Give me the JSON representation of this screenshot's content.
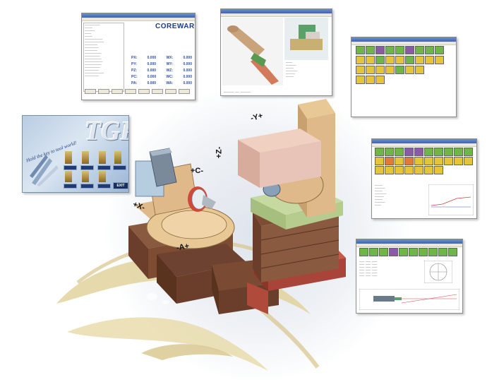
{
  "panel_cad": {
    "brand": "COREWARE",
    "readout_labels": [
      "PX:",
      "PY:",
      "PZ:",
      "PC:",
      "PA:"
    ],
    "readout_values": [
      "0.000",
      "0.000",
      "0.000",
      "0.000",
      "0.000"
    ],
    "readout_labels_right": [
      "WX:",
      "WY:",
      "WZ:",
      "WC:",
      "WA:"
    ],
    "readout_values_right": [
      "0.000",
      "0.000",
      "0.000",
      "0.000",
      "0.000"
    ]
  },
  "splash": {
    "logo_text": "TGP",
    "slogan": "Hold the key to tool world!",
    "exit_label": "EXIT"
  },
  "axes": {
    "y_label": "-Y+",
    "z_label": "+Z-",
    "c_label": "+C-",
    "x_label": "+X-",
    "a_label": "-A+"
  },
  "colors": {
    "titlebar": "#3e63b0",
    "machine_tan": "#e0b98a",
    "machine_brown": "#7a4a33",
    "block_pink": "#e8c4b8",
    "table_green": "#c5d9a0",
    "base_red": "#b04a3a",
    "swoosh_gold": "#d8c58c"
  }
}
